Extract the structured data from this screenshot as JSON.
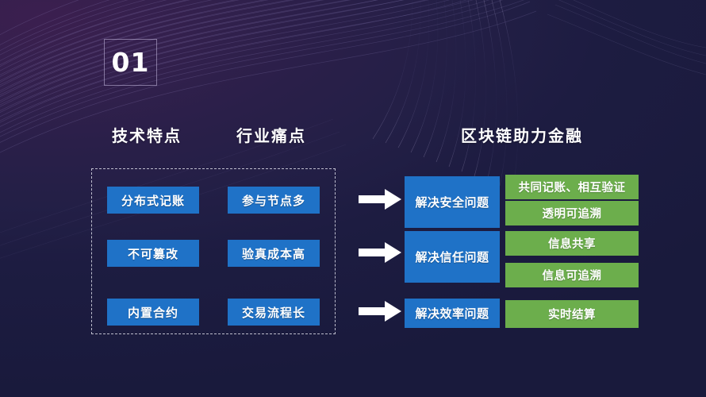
{
  "slide": {
    "number": "01",
    "headers": {
      "tech": "技术特点",
      "pain": "行业痛点",
      "finance": "区块链助力金融"
    },
    "colors": {
      "blue_box": "#1f72c7",
      "green_box": "#6cae4c",
      "arrow": "#ffffff",
      "bg_purple": "#3a2150",
      "bg_navy": "#151838",
      "text": "#ffffff",
      "dashed_border": "#ebebf5"
    }
  },
  "tech_features": [
    {
      "label": "分布式记账"
    },
    {
      "label": "不可篡改"
    },
    {
      "label": "内置合约"
    }
  ],
  "pain_points": [
    {
      "label": "参与节点多"
    },
    {
      "label": "验真成本高"
    },
    {
      "label": "交易流程长"
    }
  ],
  "arrows": [
    {
      "name": "arrow-right-icon"
    },
    {
      "name": "arrow-right-icon"
    },
    {
      "name": "arrow-right-icon"
    }
  ],
  "solutions": [
    {
      "label": "解决安全问题"
    },
    {
      "label": "解决信任问题"
    },
    {
      "label": "解决效率问题"
    }
  ],
  "benefits": [
    {
      "label": "共同记账、相互验证"
    },
    {
      "label": "透明可追溯"
    },
    {
      "label": "信息共享"
    },
    {
      "label": "信息可追溯"
    },
    {
      "label": "实时结算"
    }
  ]
}
